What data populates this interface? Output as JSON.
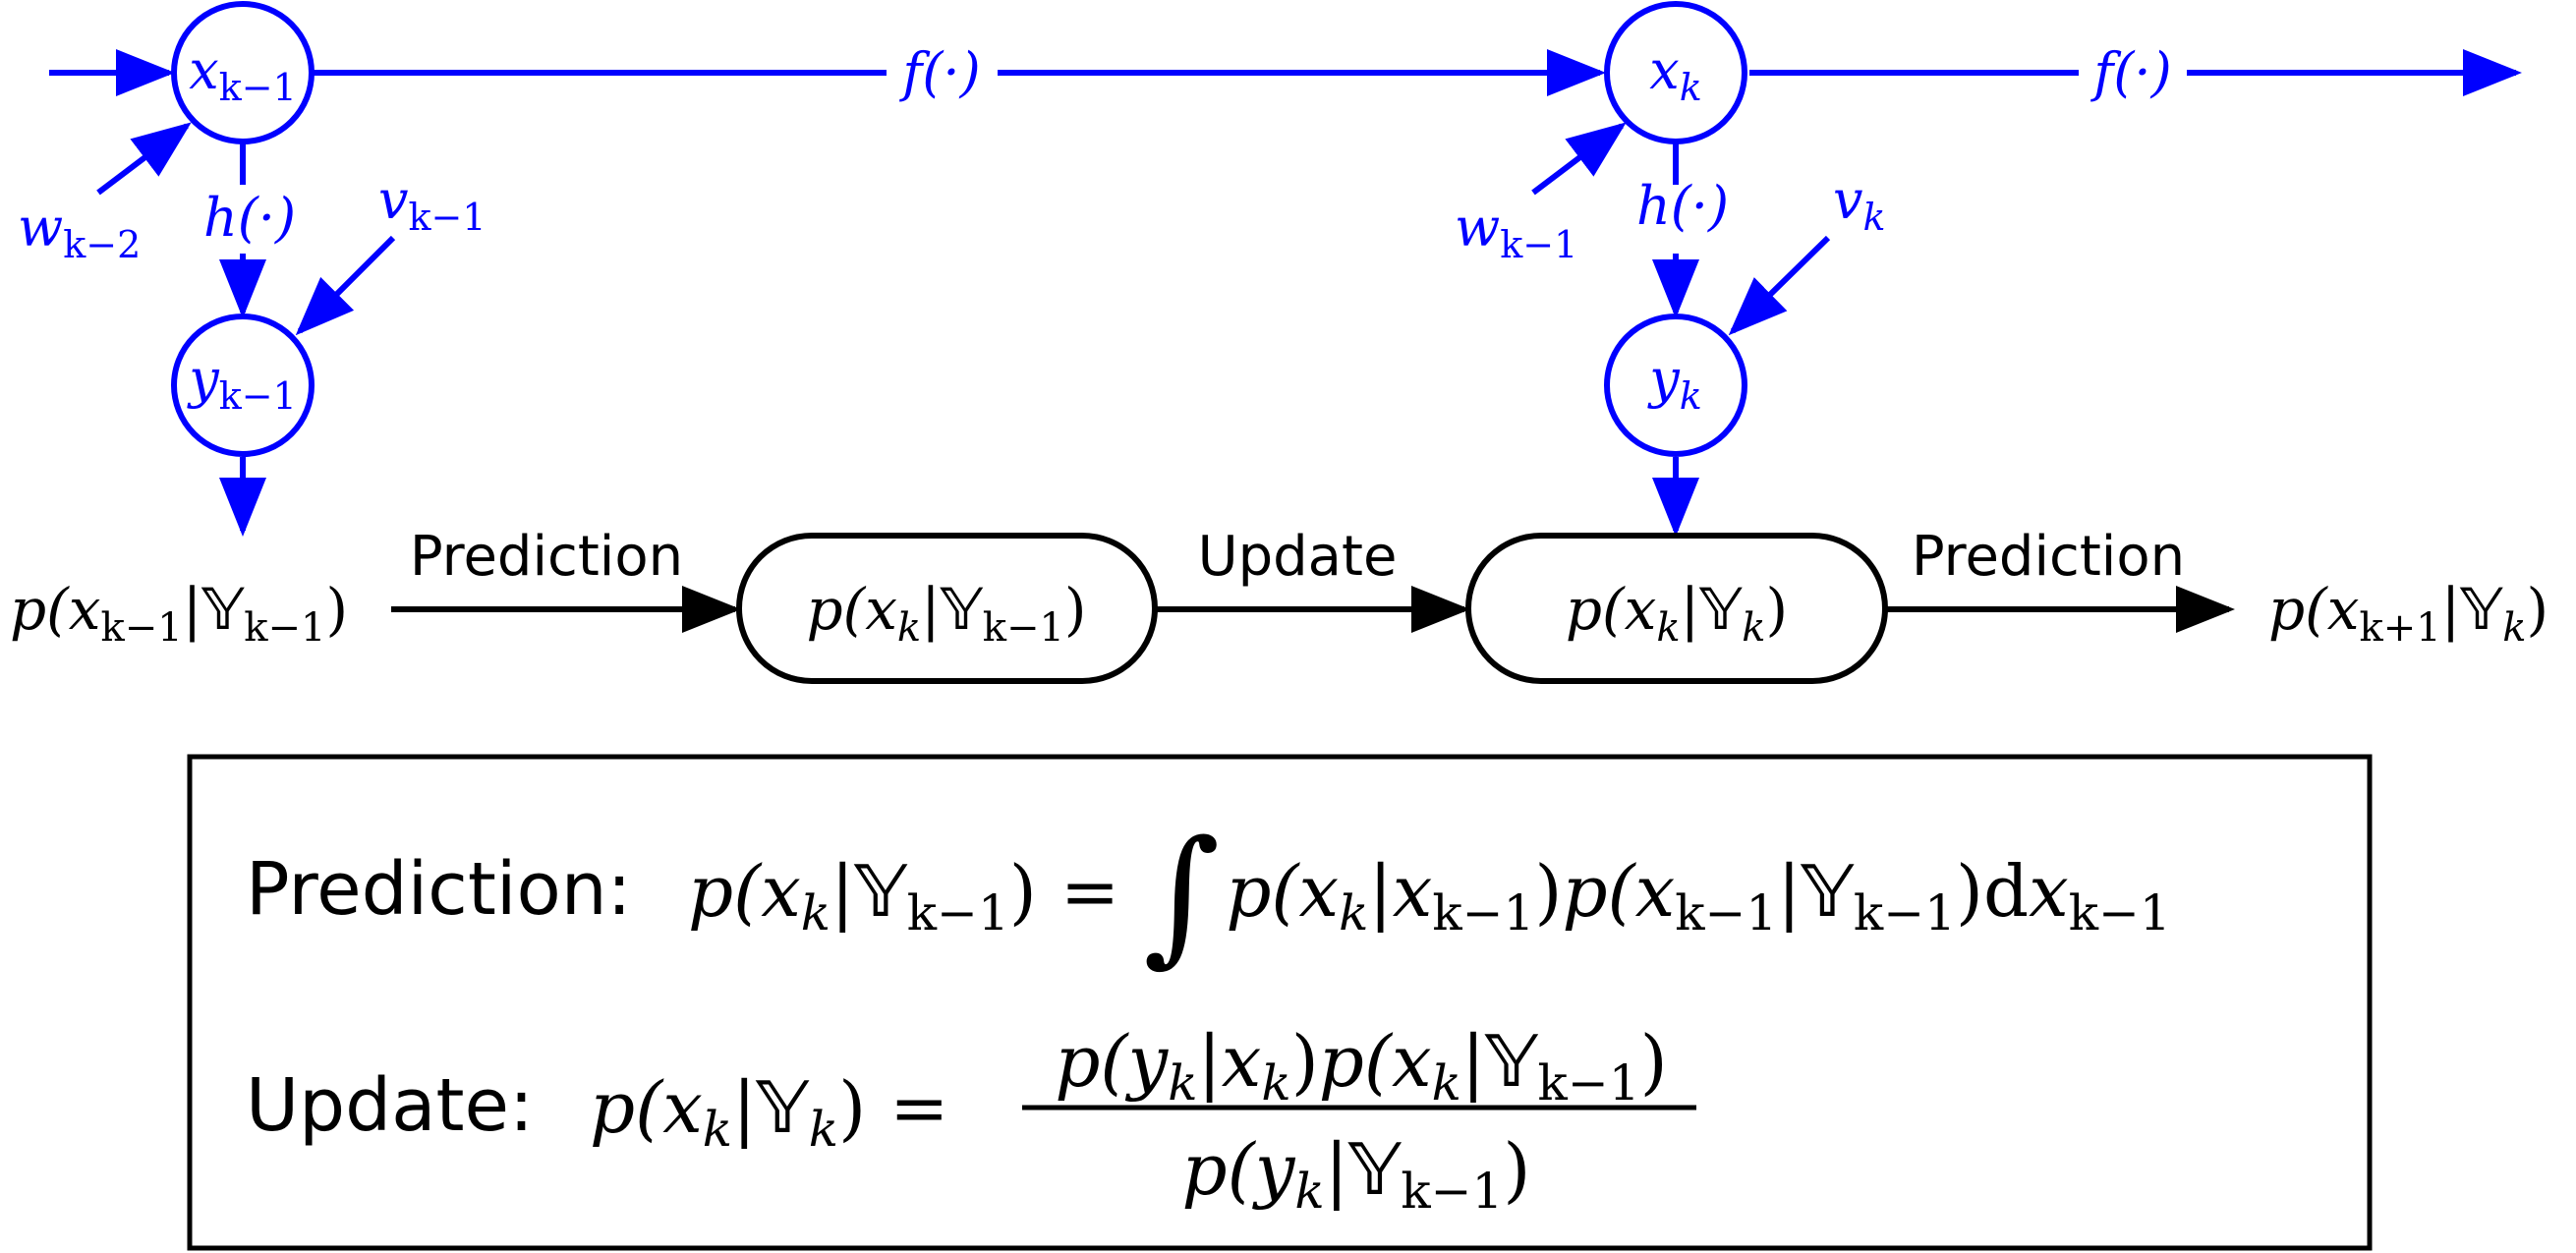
{
  "colors": {
    "model": "#0000ff",
    "filter": "#000000",
    "background": "#ffffff"
  },
  "model": {
    "nodes": [
      {
        "id": "x_prev",
        "base": "x",
        "sub": "k−1"
      },
      {
        "id": "x_cur",
        "base": "x",
        "sub": "k"
      },
      {
        "id": "y_prev",
        "base": "y",
        "sub": "k−1"
      },
      {
        "id": "y_cur",
        "base": "y",
        "sub": "k"
      }
    ],
    "transition_label": "f(·)",
    "measurement_label": "h(·)",
    "process_noise": [
      {
        "base": "w",
        "sub": "k−2"
      },
      {
        "base": "w",
        "sub": "k−1"
      }
    ],
    "measurement_noise": [
      {
        "base": "v",
        "sub": "k−1"
      },
      {
        "base": "v",
        "sub": "k"
      }
    ]
  },
  "filter": {
    "start": {
      "open": "p(",
      "x": "x",
      "x_sub": "k−1",
      "bar": "|",
      "Y": "𝕐",
      "Y_sub": "k−1",
      "close": ")"
    },
    "predicted": {
      "open": "p(",
      "x": "x",
      "x_sub": "k",
      "bar": "|",
      "Y": "𝕐",
      "Y_sub": "k−1",
      "close": ")"
    },
    "updated": {
      "open": "p(",
      "x": "x",
      "x_sub": "k",
      "bar": "|",
      "Y": "𝕐",
      "Y_sub": "k",
      "close": ")"
    },
    "next": {
      "open": "p(",
      "x": "x",
      "x_sub": "k+1",
      "bar": "|",
      "Y": "𝕐",
      "Y_sub": "k",
      "close": ")"
    },
    "steps": [
      "Prediction",
      "Update",
      "Prediction"
    ]
  },
  "equations": {
    "prediction_label": "Prediction:",
    "update_label": "Update:",
    "integral_sign": "∫",
    "differential": "d",
    "equals": "="
  }
}
